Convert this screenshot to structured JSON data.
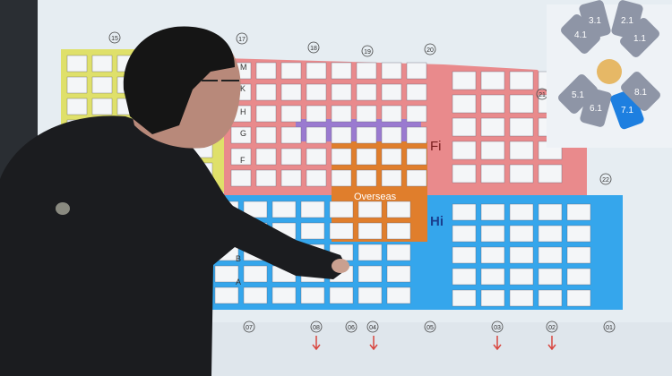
{
  "screen": {
    "colors": {
      "pink": "#e98a8c",
      "yellow": "#dfe06a",
      "purple": "#9a7ad0",
      "orange": "#e07e2c",
      "blue": "#35a6ec",
      "bg": "#e8eef3",
      "hall": "#8e95a6",
      "hall_active": "#1d7fe0"
    },
    "zones": {
      "overseas": "Overseas",
      "fi": "Fi",
      "hi": "Hi"
    },
    "rows": [
      "M",
      "K",
      "H",
      "G",
      "F",
      "B",
      "A"
    ],
    "top_gates": [
      "15",
      "17",
      "18",
      "19",
      "20",
      "21",
      "22"
    ],
    "bottom_gates": [
      "07",
      "08",
      "06",
      "04",
      "05",
      "03",
      "02",
      "01"
    ],
    "halls": [
      "4.1",
      "3.1",
      "2.1",
      "1.1",
      "5.1",
      "6.1",
      "7.1",
      "8.1"
    ]
  }
}
